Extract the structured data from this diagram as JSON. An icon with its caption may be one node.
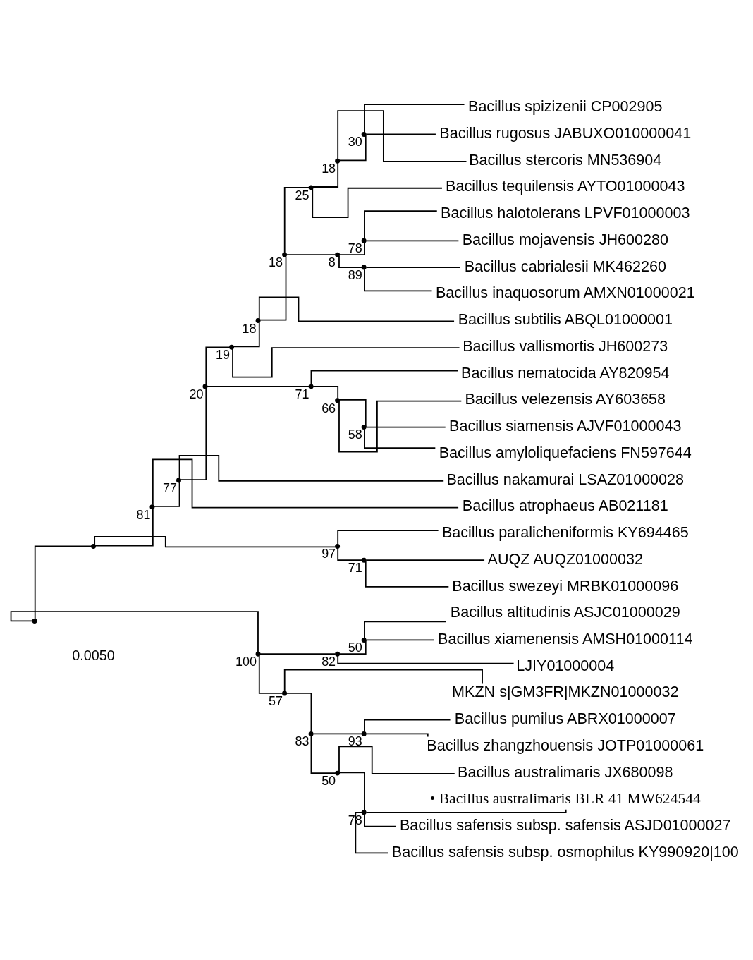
{
  "diagram": {
    "nodes": [
      {
        "text": [],
        "shape": "point"
      },
      {
        "text": [],
        "shape": "point"
      },
      {
        "text": [],
        "shape": "point",
        "beside": [
          "81"
        ]
      },
      {
        "text": [],
        "shape": "point",
        "beside": [
          "77"
        ]
      },
      {
        "text": [],
        "shape": "point",
        "beside": [
          "20"
        ]
      },
      {
        "text": [],
        "shape": "point",
        "beside": [
          "19"
        ]
      },
      {
        "text": [],
        "shape": "point",
        "beside": [
          "18"
        ]
      },
      {
        "text": [],
        "shape": "point",
        "beside": [
          "18"
        ]
      },
      {
        "text": [],
        "shape": "point",
        "beside": [
          "25"
        ]
      },
      {
        "text": [],
        "shape": "point",
        "beside": [
          "18"
        ]
      },
      {
        "text": [],
        "shape": "point",
        "beside": [
          "30"
        ]
      },
      {
        "text": [
          "Bacillus spizizenii CP002905"
        ]
      },
      {
        "text": [
          "Bacillus rugosus JABUXO010000041"
        ]
      },
      {
        "text": [
          "Bacillus stercoris MN536904"
        ]
      },
      {
        "text": [
          "Bacillus tequilensis AYTO01000043"
        ]
      },
      {
        "text": [],
        "shape": "point",
        "beside": [
          "8"
        ]
      },
      {
        "text": [],
        "shape": "point",
        "beside": [
          "78"
        ]
      },
      {
        "text": [
          "Bacillus halotolerans LPVF01000003"
        ]
      },
      {
        "text": [
          "Bacillus mojavensis JH600280"
        ]
      },
      {
        "text": [],
        "shape": "point",
        "beside": [
          "89"
        ]
      },
      {
        "text": [
          "Bacillus cabrialesii MK462260"
        ]
      },
      {
        "text": [
          "Bacillus inaquosorum AMXN01000021"
        ]
      },
      {
        "text": [
          "Bacillus subtilis ABQL01000001"
        ]
      },
      {
        "text": [
          "Bacillus vallismortis JH600273"
        ]
      },
      {
        "text": [],
        "shape": "point",
        "beside": [
          "71"
        ]
      },
      {
        "text": [
          "Bacillus nematocida AY820954"
        ]
      },
      {
        "text": [],
        "shape": "point",
        "beside": [
          "66"
        ]
      },
      {
        "text": [
          "Bacillus velezensis AY603658"
        ]
      },
      {
        "text": [],
        "shape": "point",
        "beside": [
          "58"
        ]
      },
      {
        "text": [
          "Bacillus siamensis AJVF01000043"
        ]
      },
      {
        "text": [
          "Bacillus amyloliquefaciens FN597644"
        ]
      },
      {
        "text": [
          "Bacillus nakamurai LSAZ01000028"
        ]
      },
      {
        "text": [
          "Bacillus atrophaeus AB021181"
        ]
      },
      {
        "text": [],
        "shape": "point",
        "beside": [
          "97"
        ]
      },
      {
        "text": [
          "Bacillus paralicheniformis KY694465"
        ]
      },
      {
        "text": [],
        "shape": "point",
        "beside": [
          "71"
        ]
      },
      {
        "text": [
          "AUQZ AUQZ01000032"
        ]
      },
      {
        "text": [
          "Bacillus swezeyi MRBK01000096"
        ]
      },
      {
        "text": [],
        "shape": "point",
        "beside": [
          "100"
        ]
      },
      {
        "text": [],
        "shape": "point",
        "beside": [
          "82"
        ]
      },
      {
        "text": [],
        "shape": "point",
        "beside": [
          "50"
        ]
      },
      {
        "text": [
          "Bacillus altitudinis ASJC01000029"
        ]
      },
      {
        "text": [
          "Bacillus xiamenensis AMSH01000114"
        ]
      },
      {
        "text": [
          "LJIY01000004"
        ]
      },
      {
        "text": [],
        "shape": "point",
        "beside": [
          "57"
        ]
      },
      {
        "text": [
          "MKZN s|GM3FR|MKZN01000032"
        ]
      },
      {
        "text": [],
        "shape": "point",
        "beside": [
          "83"
        ]
      },
      {
        "text": [],
        "shape": "point",
        "beside": [
          "93"
        ]
      },
      {
        "text": [
          "Bacillus pumilus ABRX01000007"
        ]
      },
      {
        "text": [
          "Bacillus zhangzhouensis JOTP01000061"
        ]
      },
      {
        "text": [],
        "shape": "point",
        "beside": [
          "50"
        ]
      },
      {
        "text": [
          "Bacillus australimaris JX680098"
        ]
      },
      {
        "text": [],
        "shape": "point",
        "beside": [
          "78"
        ]
      },
      {
        "text": [
          "• Bacillus australimaris BLR 41 MW624544"
        ]
      },
      {
        "text": [
          "Bacillus safensis subsp. safensis ASJD01000027"
        ]
      },
      {
        "text": [
          "Bacillus safensis subsp. osmophilus KY990920|100"
        ]
      }
    ],
    "edges": [
      {
        "from": 0,
        "to": 1,
        "arrow": "none"
      },
      {
        "from": 0,
        "to": 38,
        "arrow": "none"
      },
      {
        "from": 1,
        "to": 2,
        "arrow": "none"
      },
      {
        "from": 1,
        "to": 33,
        "arrow": "none"
      },
      {
        "from": 2,
        "to": 3,
        "arrow": "none"
      },
      {
        "from": 2,
        "to": 32,
        "arrow": "none"
      },
      {
        "from": 3,
        "to": 4,
        "arrow": "none"
      },
      {
        "from": 3,
        "to": 31,
        "arrow": "none"
      },
      {
        "from": 4,
        "to": 5,
        "arrow": "none"
      },
      {
        "from": 4,
        "to": 24,
        "arrow": "none"
      },
      {
        "from": 5,
        "to": 6,
        "arrow": "none"
      },
      {
        "from": 5,
        "to": 23,
        "arrow": "none"
      },
      {
        "from": 6,
        "to": 7,
        "arrow": "none"
      },
      {
        "from": 6,
        "to": 22,
        "arrow": "none"
      },
      {
        "from": 7,
        "to": 8,
        "arrow": "none"
      },
      {
        "from": 7,
        "to": 15,
        "arrow": "none"
      },
      {
        "from": 8,
        "to": 9,
        "arrow": "none"
      },
      {
        "from": 8,
        "to": 14,
        "arrow": "none"
      },
      {
        "from": 9,
        "to": 10,
        "arrow": "none"
      },
      {
        "from": 9,
        "to": 13,
        "arrow": "none"
      },
      {
        "from": 10,
        "to": 11,
        "arrow": "none"
      },
      {
        "from": 10,
        "to": 12,
        "arrow": "none"
      },
      {
        "from": 15,
        "to": 16,
        "arrow": "none"
      },
      {
        "from": 15,
        "to": 19,
        "arrow": "none"
      },
      {
        "from": 16,
        "to": 17,
        "arrow": "none"
      },
      {
        "from": 16,
        "to": 18,
        "arrow": "none"
      },
      {
        "from": 19,
        "to": 20,
        "arrow": "none"
      },
      {
        "from": 19,
        "to": 21,
        "arrow": "none"
      },
      {
        "from": 24,
        "to": 25,
        "arrow": "none"
      },
      {
        "from": 24,
        "to": 26,
        "arrow": "none"
      },
      {
        "from": 26,
        "to": 27,
        "arrow": "none"
      },
      {
        "from": 26,
        "to": 28,
        "arrow": "none"
      },
      {
        "from": 28,
        "to": 29,
        "arrow": "none"
      },
      {
        "from": 28,
        "to": 30,
        "arrow": "none"
      },
      {
        "from": 33,
        "to": 34,
        "arrow": "none"
      },
      {
        "from": 33,
        "to": 35,
        "arrow": "none"
      },
      {
        "from": 35,
        "to": 36,
        "arrow": "none"
      },
      {
        "from": 35,
        "to": 37,
        "arrow": "none"
      },
      {
        "from": 38,
        "to": 39,
        "arrow": "none"
      },
      {
        "from": 38,
        "to": 44,
        "arrow": "none"
      },
      {
        "from": 39,
        "to": 40,
        "arrow": "none"
      },
      {
        "from": 39,
        "to": 43,
        "arrow": "none"
      },
      {
        "from": 40,
        "to": 41,
        "arrow": "none"
      },
      {
        "from": 40,
        "to": 42,
        "arrow": "none"
      },
      {
        "from": 44,
        "to": 45,
        "arrow": "none"
      },
      {
        "from": 44,
        "to": 46,
        "arrow": "none"
      },
      {
        "from": 46,
        "to": 47,
        "arrow": "none"
      },
      {
        "from": 46,
        "to": 50,
        "arrow": "none"
      },
      {
        "from": 47,
        "to": 48,
        "arrow": "none"
      },
      {
        "from": 47,
        "to": 49,
        "arrow": "none"
      },
      {
        "from": 50,
        "to": 51,
        "arrow": "none"
      },
      {
        "from": 50,
        "to": 52,
        "arrow": "none"
      },
      {
        "from": 52,
        "to": 53,
        "arrow": "none"
      },
      {
        "from": 52,
        "to": 54,
        "arrow": "none"
      },
      {
        "from": 52,
        "to": 55,
        "arrow": "none"
      }
    ],
    "labels": [
      "0.0050"
    ]
  }
}
